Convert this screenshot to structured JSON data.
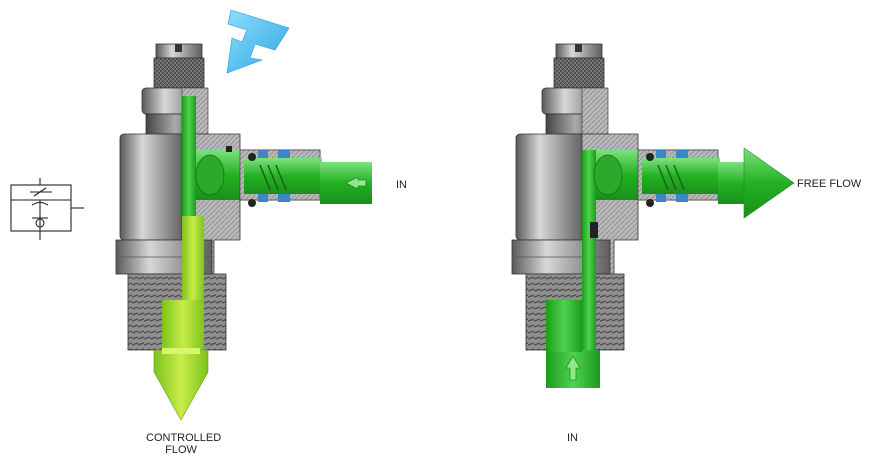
{
  "labels": {
    "left_in": "IN",
    "controlled_flow_line1": "CONTROLLED",
    "controlled_flow_line2": "FLOW",
    "right_free_flow": "FREE FLOW",
    "right_in": "IN"
  },
  "icons": {
    "symbol": "flow-control-valve-symbol-icon",
    "adjust_arrow": "adjustment-arrow-icon",
    "valve_left": "flow-control-valve-controlled-icon",
    "valve_right": "flow-control-valve-free-flow-icon"
  },
  "colors": {
    "flow_green": "#2fb52f",
    "controlled_green": "#8ccc1e",
    "adjust_blue": "#5cc6f2",
    "body_grey": "#9a9a9a",
    "seal_blue": "#3a86c8"
  }
}
